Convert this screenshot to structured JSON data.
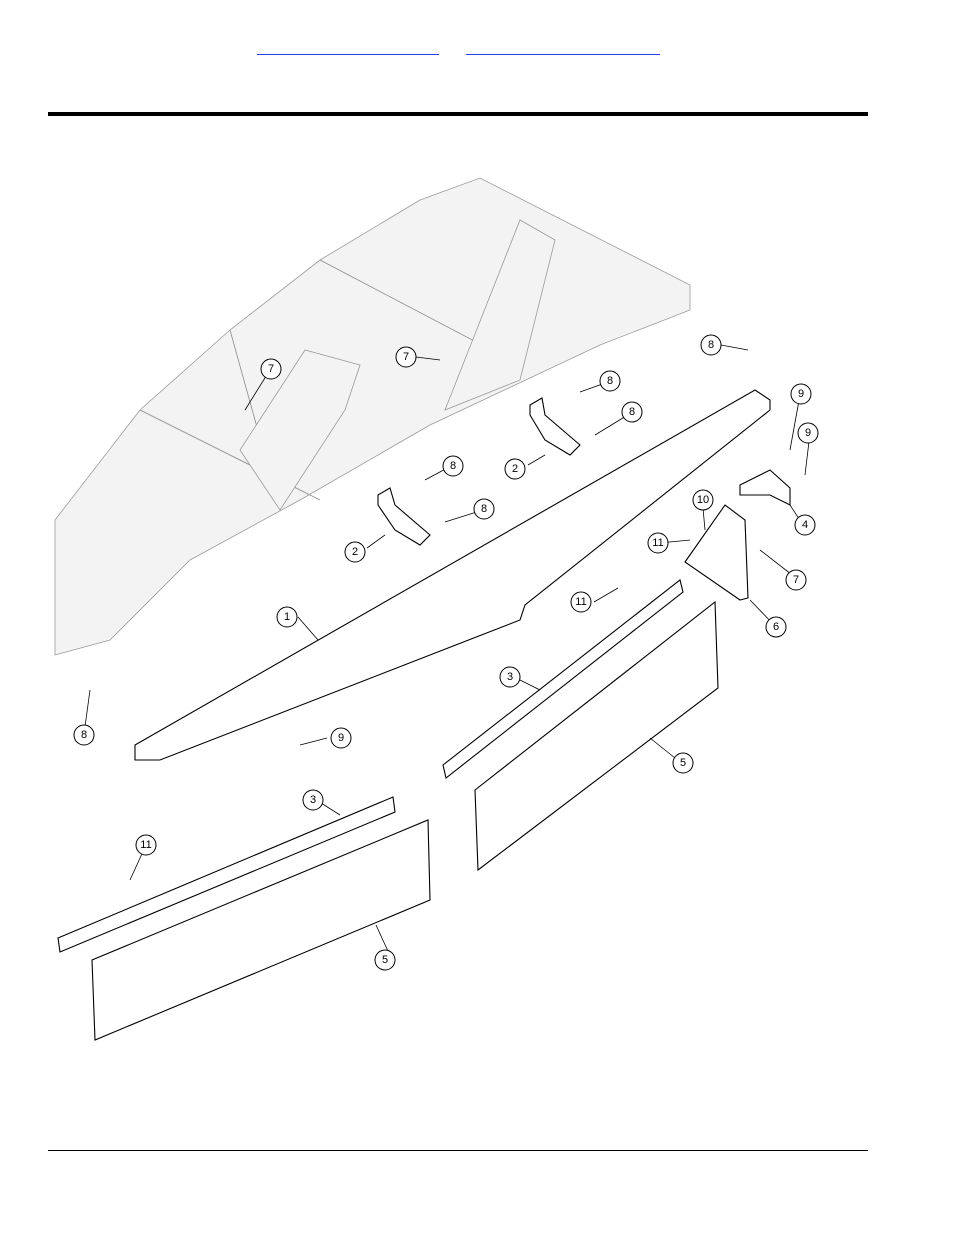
{
  "header": {
    "links": [
      {
        "label": ""
      },
      {
        "label": ""
      }
    ]
  },
  "diagram": {
    "callouts": [
      "1",
      "2",
      "2",
      "3",
      "3",
      "4",
      "5",
      "5",
      "6",
      "7",
      "7",
      "7",
      "8",
      "8",
      "8",
      "8",
      "8",
      "8",
      "9",
      "9",
      "9",
      "10",
      "11",
      "11",
      "11"
    ]
  }
}
